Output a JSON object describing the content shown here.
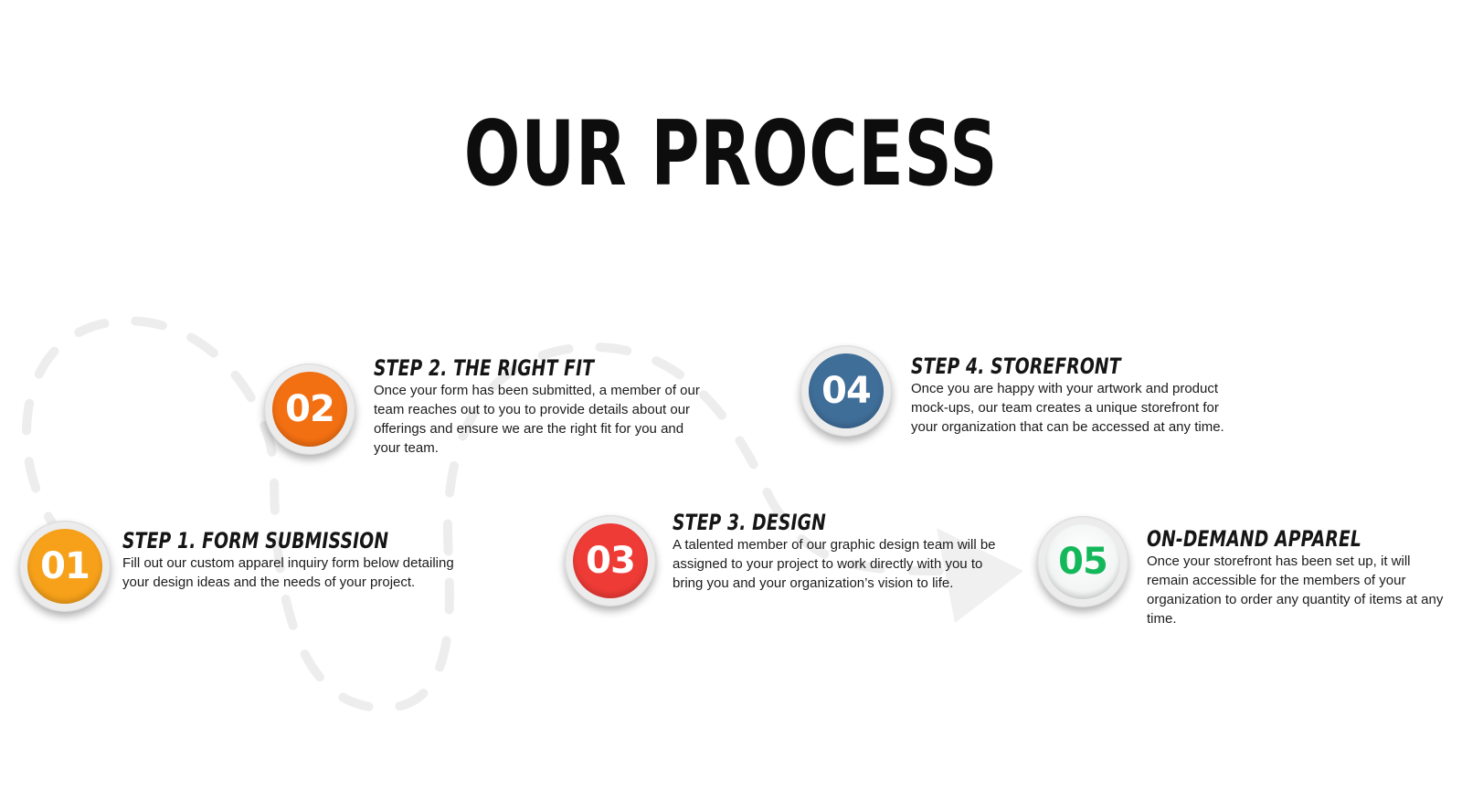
{
  "title": "OUR PROCESS",
  "steps": [
    {
      "number": "01",
      "heading": "STEP 1. FORM SUBMISSION",
      "text": "Fill out our custom apparel inquiry form below detailing your design ideas and the needs of your project.",
      "color": "#F7A11A"
    },
    {
      "number": "02",
      "heading": "STEP 2. THE RIGHT FIT",
      "text": "Once your form has been submitted, a member of our team reaches out to you to provide details about our offerings and ensure we  are the right fit for you and your team.",
      "color": "#F26F12"
    },
    {
      "number": "03",
      "heading": "STEP 3. DESIGN",
      "text": "A talented member of our graphic design team will be assigned to your project to work directly with you to bring you and your organization’s vision to life.",
      "color": "#EE3B36"
    },
    {
      "number": "04",
      "heading": "STEP 4. STOREFRONT",
      "text": "Once you are happy with your artwork and product mock-ups, our team creates a unique storefront for your organization that can be accessed at any time.",
      "color": "#3F6E99"
    },
    {
      "number": "05",
      "heading": "ON-DEMAND APPAREL",
      "text": "Once your storefront has been set up, it will remain accessible for the members of your organization to order any quantity of items at any time.",
      "color": "#14B85A",
      "number_on_light": true
    }
  ],
  "path_color": "#EDEDED"
}
